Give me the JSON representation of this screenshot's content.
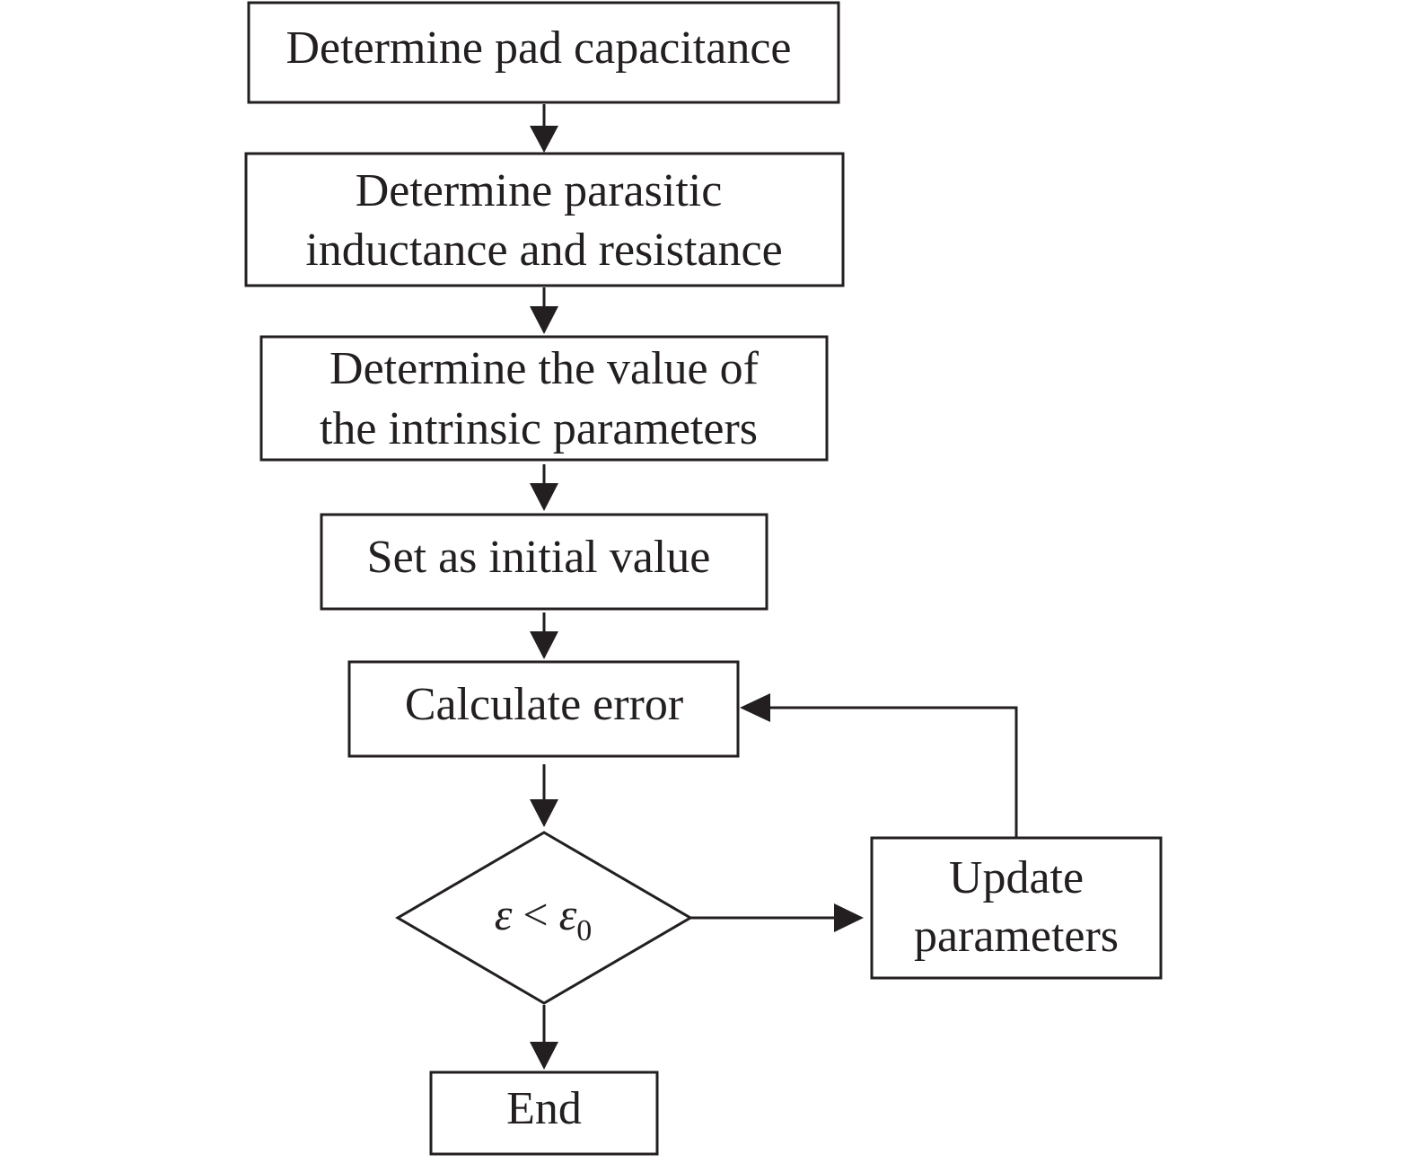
{
  "flowchart": {
    "nodes": {
      "pad_capacitance": {
        "lines": [
          "Determine pad capacitance"
        ]
      },
      "parasitic": {
        "lines": [
          "Determine parasitic",
          "inductance and resistance"
        ]
      },
      "intrinsic": {
        "lines": [
          "Determine the value of",
          "the intrinsic parameters"
        ]
      },
      "initial_value": {
        "lines": [
          "Set as initial value"
        ]
      },
      "calculate_error": {
        "lines": [
          "Calculate error"
        ]
      },
      "decision": {
        "variable": "ε",
        "operator": "<",
        "threshold": "ε",
        "threshold_subscript": "0"
      },
      "update_parameters": {
        "lines": [
          "Update",
          "parameters"
        ]
      },
      "end": {
        "lines": [
          "End"
        ]
      }
    },
    "colors": {
      "stroke": "#231f20",
      "fill": "#ffffff",
      "text": "#231f20"
    }
  }
}
